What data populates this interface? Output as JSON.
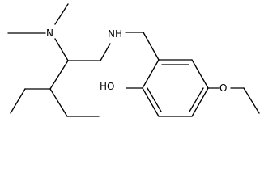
{
  "molecule": {
    "atom_labels": {
      "dimethylamino_n": "N",
      "secondary_amine": "NH",
      "hydroxyl": "HO",
      "methoxy_o": "O"
    }
  }
}
